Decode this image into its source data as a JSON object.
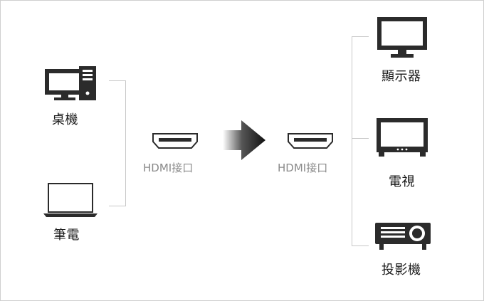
{
  "sources": {
    "desktop_label": "桌機",
    "laptop_label": "筆電"
  },
  "ports": {
    "left_label": "HDMI接口",
    "right_label": "HDMI接口"
  },
  "outputs": {
    "monitor_label": "顯示器",
    "tv_label": "電視",
    "projector_label": "投影機"
  },
  "colors": {
    "icon": "#2b2b2b",
    "label": "#1a1a1a",
    "port_label": "#8a8a8a",
    "connector_line": "#c8c8c8"
  }
}
